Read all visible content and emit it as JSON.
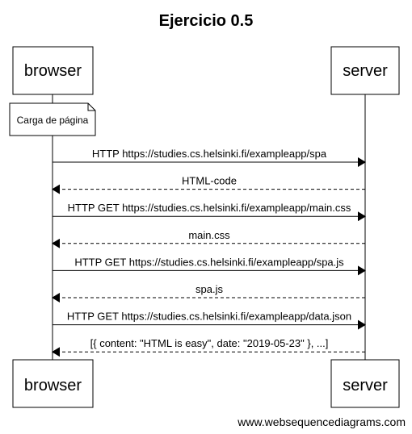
{
  "title": "Ejercicio 0.5",
  "actors": {
    "left": "browser",
    "right": "server"
  },
  "note": "Carga de página",
  "messages": [
    {
      "label": "HTTP https://studies.cs.helsinki.fi/exampleapp/spa",
      "direction": "right",
      "style": "solid"
    },
    {
      "label": "HTML-code",
      "direction": "left",
      "style": "dashed"
    },
    {
      "label": "HTTP GET https://studies.cs.helsinki.fi/exampleapp/main.css",
      "direction": "right",
      "style": "solid"
    },
    {
      "label": "main.css",
      "direction": "left",
      "style": "dashed"
    },
    {
      "label": "HTTP GET https://studies.cs.helsinki.fi/exampleapp/spa.js",
      "direction": "right",
      "style": "solid"
    },
    {
      "label": "spa.js",
      "direction": "left",
      "style": "dashed"
    },
    {
      "label": "HTTP GET https://studies.cs.helsinki.fi/exampleapp/data.json",
      "direction": "right",
      "style": "solid"
    },
    {
      "label": "[{ content: \"HTML is easy\", date: \"2019-05-23\" }, ...]",
      "direction": "left",
      "style": "dashed"
    }
  ],
  "credit": "www.websequencediagrams.com"
}
